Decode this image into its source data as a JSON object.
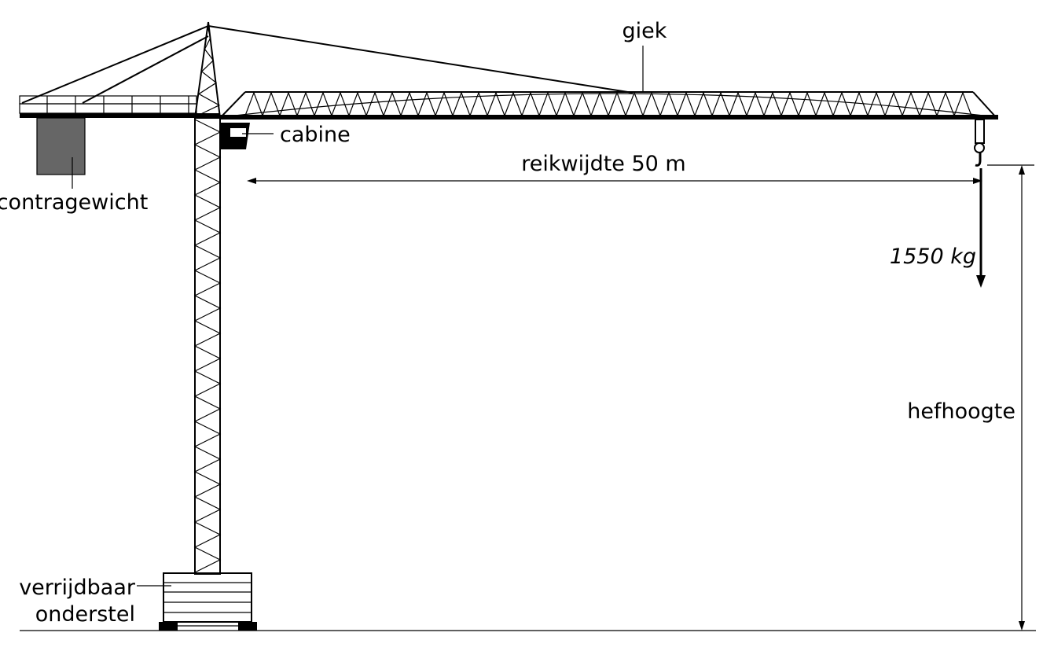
{
  "labels": {
    "giek": "giek",
    "cabine": "cabine",
    "contragewicht": "contragewicht",
    "reikwijdte": "reikwijdte 50 m",
    "last": "1550 kg",
    "hefhoogte": "hefhoogte",
    "onderstel_line1": "verrijdbaar",
    "onderstel_line2": "onderstel"
  },
  "colors": {
    "line": "#000000",
    "counterweight": "#666666",
    "background": "#ffffff"
  }
}
